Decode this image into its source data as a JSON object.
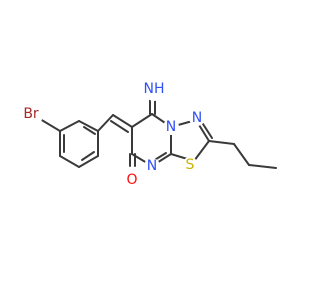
{
  "colors": {
    "bond": "#3a3a3a",
    "nitrogen": "#3050f8",
    "oxygen": "#ff0d0d",
    "sulfur": "#c8b400",
    "bromine": "#a52a2a"
  },
  "atoms": {
    "bromine": "Br",
    "imine": "NH",
    "ketone": "O",
    "ring_n_bridge": "N",
    "ring_n_upper": "N",
    "ring_n_lower": "N",
    "sulfur": "S"
  }
}
